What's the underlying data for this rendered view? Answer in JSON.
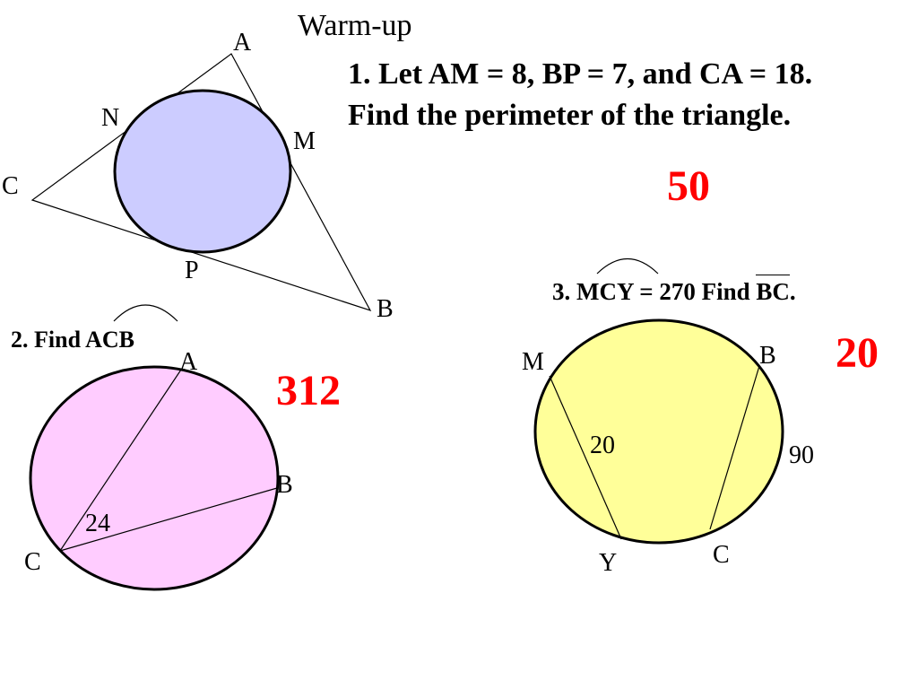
{
  "title": "Warm-up",
  "problem1": {
    "line1": "1.  Let AM = 8, BP = 7, and CA = 18.",
    "line2": "Find the perimeter of the triangle.",
    "answer": "50",
    "labels": {
      "A": "A",
      "N": "N",
      "M": "M",
      "C": "C",
      "P": "P",
      "B": "B"
    }
  },
  "problem2": {
    "prefix": "2.  Find ",
    "arc_name": "ACB",
    "answer": "312",
    "labels": {
      "A": "A",
      "B": "B",
      "C": "C",
      "angle": "24"
    }
  },
  "problem3": {
    "prefix": "3.  ",
    "arc_name": "MCY",
    "middle": " = 270 Find  ",
    "segment_name": "BC",
    "suffix": ".",
    "answer": "20",
    "labels": {
      "M": "M",
      "B": "B",
      "Y": "Y",
      "C": "C",
      "chord": "20",
      "arc": "90"
    }
  },
  "colors": {
    "circle1_fill": "#ccccff",
    "circle2_fill": "#ffccff",
    "circle3_fill": "#ffff99",
    "answer": "#ff0000"
  }
}
